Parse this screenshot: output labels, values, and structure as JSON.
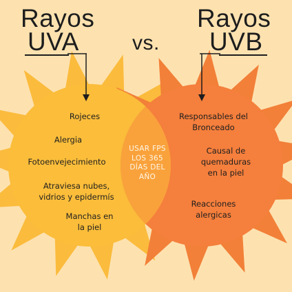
{
  "left_title": {
    "line1": "Rayos",
    "line2": "UVA"
  },
  "versus": "vs.",
  "right_title": {
    "line1": "Rayos",
    "line2": "UVB"
  },
  "uva_items": [
    "Rojeces",
    "Alergia",
    "Fotoenvejecimiento",
    "Atraviesa nubes,\nvidrios y epidermís",
    "Manchas en\nla piel"
  ],
  "uvb_items": [
    "Responsables del\nBronceado",
    "Causal de\nquemaduras\nen la piel",
    "Reacciones\nalergicas"
  ],
  "shared": "USAR FPS\nLOS 365\nDÍAS DEL\nAÑO",
  "colors": {
    "background": "#fde2b0",
    "uva_sun": "#fbbd3a",
    "uva_rays": "#fbbb3c",
    "uvb_sun": "#f57f3c",
    "uvb_rays": "#f28038",
    "overlap": "#f9a23c",
    "text": "#1d1d1d"
  }
}
